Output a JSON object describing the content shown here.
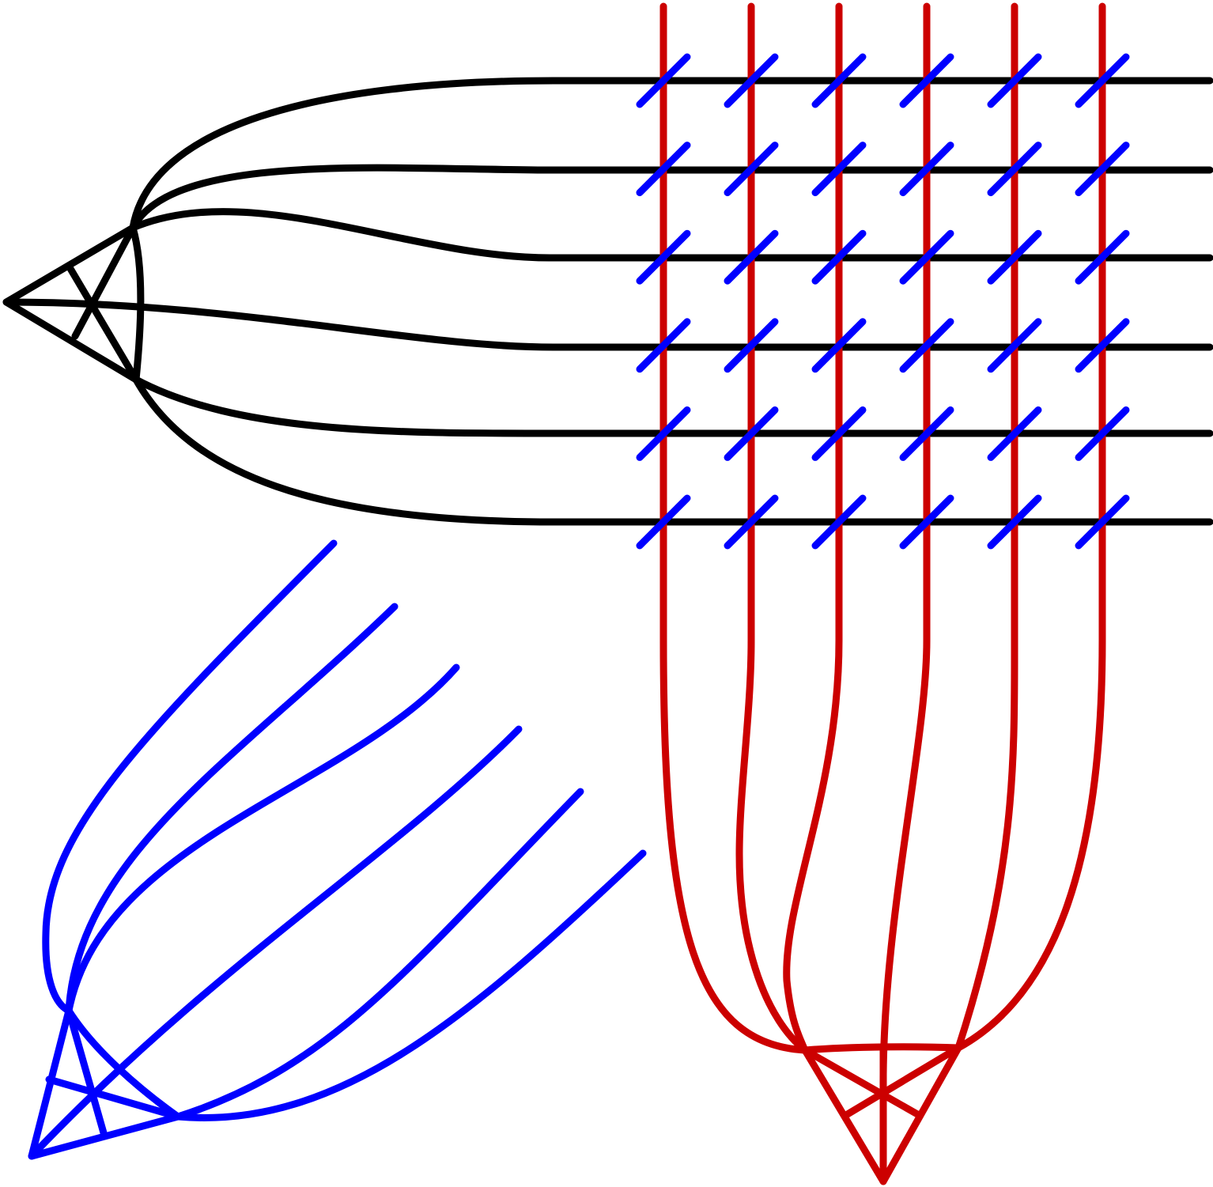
{
  "colors": {
    "background": "#ffffff",
    "black": "#000000",
    "red": "#cc0000",
    "blue": "#0000ff"
  },
  "diagram": {
    "black_strand_count": 6,
    "red_strand_count": 6,
    "crossing_marks": {
      "rows": 6,
      "columns": 6
    }
  }
}
